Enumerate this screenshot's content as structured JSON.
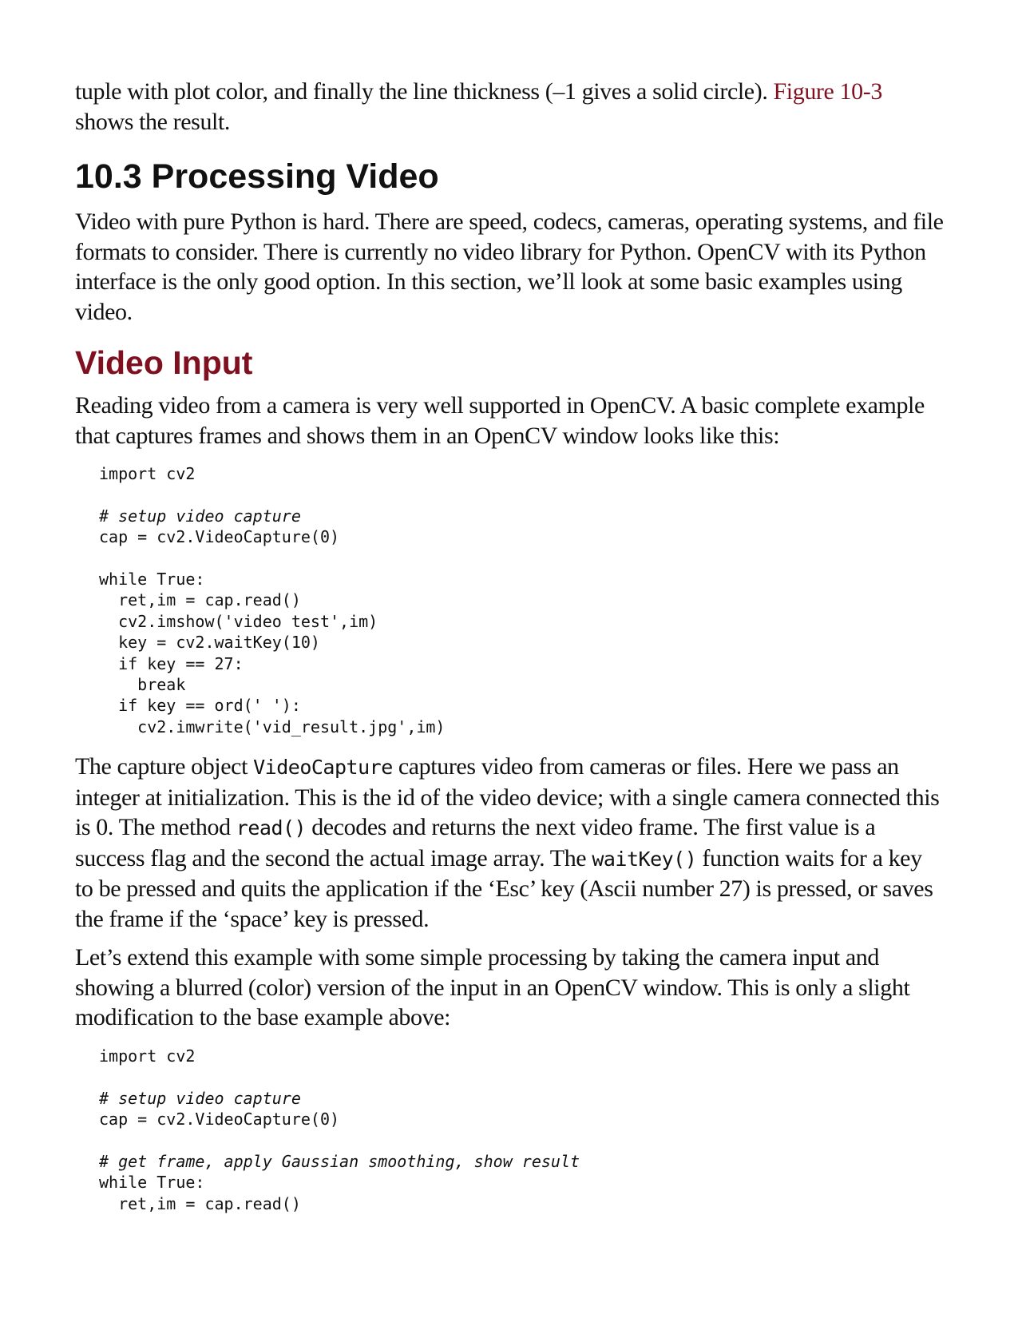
{
  "intro": {
    "text_before_link": "tuple with plot color, and finally the line thickness (–1 gives a solid circle). ",
    "link": "Figure 10-3",
    "text_line2": "shows the result."
  },
  "section": {
    "title": "10.3 Processing Video",
    "paragraph": "Video with pure Python is hard. There are speed, codecs, cameras, operating systems, and file formats to consider. There is currently no video library for Python. OpenCV with its Python interface is the only good option. In this section, we’ll look at some basic examples using video."
  },
  "subsection": {
    "title": "Video Input",
    "paragraph1": "Reading video from a camera is very well supported in OpenCV. A basic complete example that captures frames and shows them in an OpenCV window looks like this:",
    "code1": [
      {
        "text": "import cv2",
        "comment": false
      },
      {
        "text": "",
        "comment": false
      },
      {
        "text": "# setup video capture",
        "comment": true
      },
      {
        "text": "cap = cv2.VideoCapture(0)",
        "comment": false
      },
      {
        "text": "",
        "comment": false
      },
      {
        "text": "while True:",
        "comment": false
      },
      {
        "text": "  ret,im = cap.read()",
        "comment": false
      },
      {
        "text": "  cv2.imshow('video test',im)",
        "comment": false
      },
      {
        "text": "  key = cv2.waitKey(10)",
        "comment": false
      },
      {
        "text": "  if key == 27:",
        "comment": false
      },
      {
        "text": "    break",
        "comment": false
      },
      {
        "text": "  if key == ord(' '):",
        "comment": false
      },
      {
        "text": "    cv2.imwrite('vid_result.jpg',im)",
        "comment": false
      }
    ],
    "paragraph2": {
      "t1": "The capture object ",
      "c1": "VideoCapture",
      "t2": " captures video from cameras or files. Here we pass an integer at initialization. This is the id of the video device; with a single camera connected this is 0. The method ",
      "c2": "read()",
      "t3": " decodes and returns the next video frame. The first value is a success flag and the second the actual image array. The ",
      "c3": "waitKey()",
      "t4": " function waits for a key to be pressed and quits the application if the ‘Esc’ key (Ascii number 27) is pressed, or saves the frame if the ‘space’ key is pressed."
    },
    "paragraph3": "Let’s extend this example with some simple processing by taking the camera input and showing a blurred (color) version of the input in an OpenCV window. This is only a slight modification to the base example above:",
    "code2": [
      {
        "text": "import cv2",
        "comment": false
      },
      {
        "text": "",
        "comment": false
      },
      {
        "text": "# setup video capture",
        "comment": true
      },
      {
        "text": "cap = cv2.VideoCapture(0)",
        "comment": false
      },
      {
        "text": "",
        "comment": false
      },
      {
        "text": "# get frame, apply Gaussian smoothing, show result",
        "comment": true
      },
      {
        "text": "while True:",
        "comment": false
      },
      {
        "text": "  ret,im = cap.read()",
        "comment": false
      }
    ]
  }
}
